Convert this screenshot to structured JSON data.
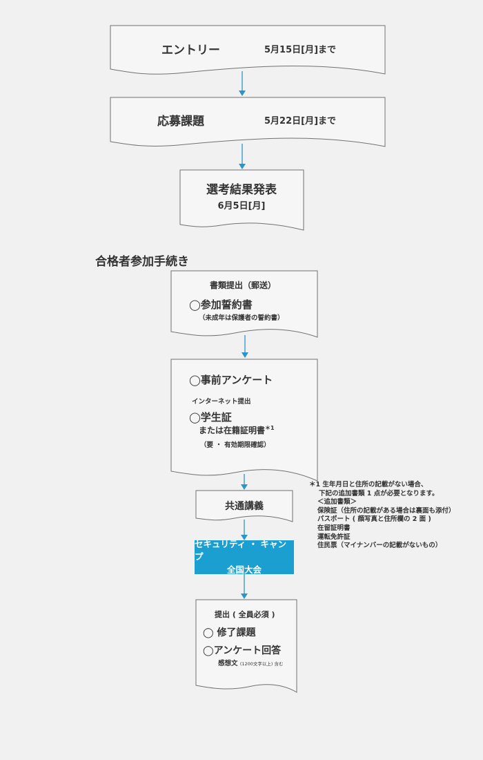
{
  "steps": {
    "entry": {
      "title": "エントリー",
      "deadline": "5月15日[月]まで"
    },
    "assignment": {
      "title": "応募課題",
      "deadline": "5月22日[月]まで"
    },
    "results": {
      "title": "選考結果発表",
      "date": "6月5日[月]"
    }
  },
  "section_title": "合格者参加手続き",
  "documents": {
    "title": "書類提出（郵送）",
    "item": "◯参加誓約書",
    "note": "（未成年は保護者の誓約書）"
  },
  "survey": {
    "item1": "◯事前アンケート",
    "method": "インターネット提出",
    "item2": "◯学生証",
    "item2_alt": "または在籍証明書",
    "item2_mark": "＊1",
    "note": "（要 ・ 有効期限確認）"
  },
  "common": {
    "title": "共通講義"
  },
  "camp": {
    "line1": "セキュリティ ・ キャンプ",
    "line2": "全国大会"
  },
  "submit": {
    "title": "提出 ( 全員必須 )",
    "item1": "◯ 修了課題",
    "item2": "◯アンケート回答",
    "item3": "感想文",
    "item3_note": "(1200文字以上) 含む"
  },
  "footnote": {
    "lines": [
      "＊1 生年月日と住所の記載がない場合、",
      "下記の追加書類 1 点が必要となります。",
      "＜追加書類＞",
      "保険証（住所の記載がある場合は裏面も添付）",
      "パスポート ( 顔写真と住所欄の 2 面 )",
      "在留証明書",
      "運転免許証",
      "住民票（マイナンバーの記載がないもの）"
    ]
  },
  "colors": {
    "accent": "#1b9fd1",
    "connector": "#2a95c8",
    "box_fill": "#f6f6f6",
    "box_stroke": "#707070"
  }
}
